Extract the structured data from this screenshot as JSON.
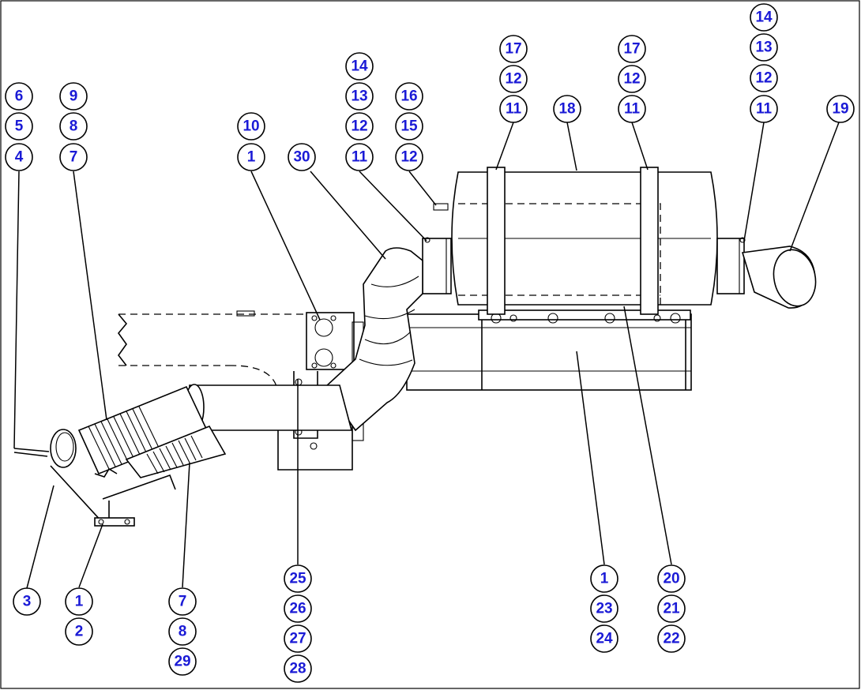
{
  "diagram": {
    "callouts": [
      {
        "id": "c-6a",
        "label": "6"
      },
      {
        "id": "c-5a",
        "label": "5"
      },
      {
        "id": "c-4a",
        "label": "4"
      },
      {
        "id": "c-9a",
        "label": "9"
      },
      {
        "id": "c-8a",
        "label": "8"
      },
      {
        "id": "c-7a",
        "label": "7"
      },
      {
        "id": "c-10a",
        "label": "10"
      },
      {
        "id": "c-1a",
        "label": "1"
      },
      {
        "id": "c-30a",
        "label": "30"
      },
      {
        "id": "c-14a",
        "label": "14"
      },
      {
        "id": "c-13a",
        "label": "13"
      },
      {
        "id": "c-12a",
        "label": "12"
      },
      {
        "id": "c-11a",
        "label": "11"
      },
      {
        "id": "c-16a",
        "label": "16"
      },
      {
        "id": "c-15a",
        "label": "15"
      },
      {
        "id": "c-12b",
        "label": "12"
      },
      {
        "id": "c-17a",
        "label": "17"
      },
      {
        "id": "c-12c",
        "label": "12"
      },
      {
        "id": "c-11b",
        "label": "11"
      },
      {
        "id": "c-18a",
        "label": "18"
      },
      {
        "id": "c-17b",
        "label": "17"
      },
      {
        "id": "c-12d",
        "label": "12"
      },
      {
        "id": "c-11c",
        "label": "11"
      },
      {
        "id": "c-14b",
        "label": "14"
      },
      {
        "id": "c-13b",
        "label": "13"
      },
      {
        "id": "c-12e",
        "label": "12"
      },
      {
        "id": "c-11d",
        "label": "11"
      },
      {
        "id": "c-19a",
        "label": "19"
      },
      {
        "id": "c-3a",
        "label": "3"
      },
      {
        "id": "c-1b",
        "label": "1"
      },
      {
        "id": "c-2a",
        "label": "2"
      },
      {
        "id": "c-7b",
        "label": "7"
      },
      {
        "id": "c-8b",
        "label": "8"
      },
      {
        "id": "c-29a",
        "label": "29"
      },
      {
        "id": "c-25a",
        "label": "25"
      },
      {
        "id": "c-26a",
        "label": "26"
      },
      {
        "id": "c-27a",
        "label": "27"
      },
      {
        "id": "c-28a",
        "label": "28"
      },
      {
        "id": "c-1c",
        "label": "1"
      },
      {
        "id": "c-23a",
        "label": "23"
      },
      {
        "id": "c-24a",
        "label": "24"
      },
      {
        "id": "c-20a",
        "label": "20"
      },
      {
        "id": "c-21a",
        "label": "21"
      },
      {
        "id": "c-22a",
        "label": "22"
      }
    ]
  }
}
